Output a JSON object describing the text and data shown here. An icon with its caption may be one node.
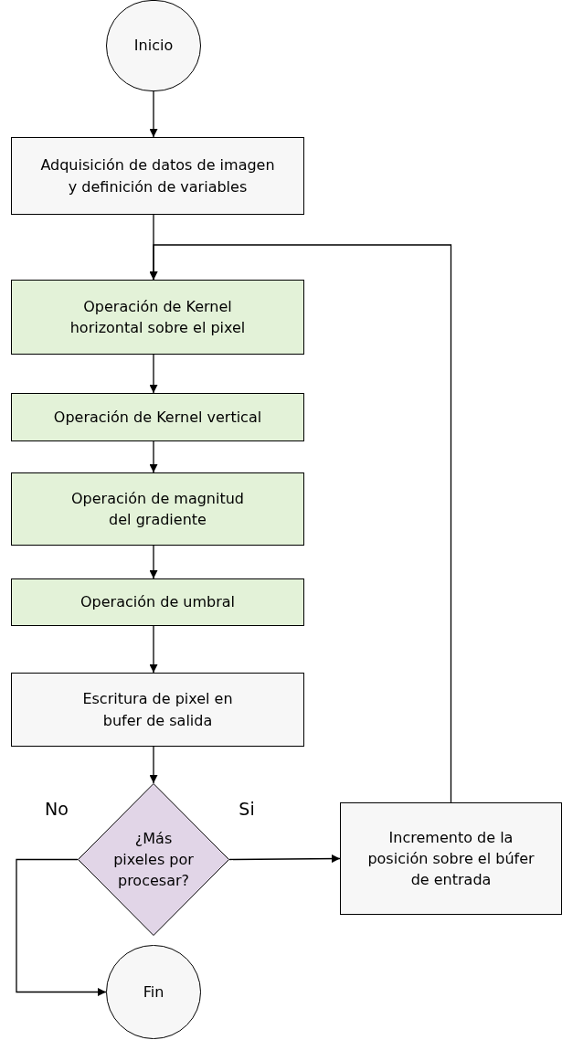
{
  "diagram": {
    "nodes": [
      {
        "text": [
          "Inicio"
        ]
      },
      {
        "text": [
          "Adquisición de datos de imagen y definición de variables"
        ]
      },
      {
        "text": [
          "Operación de Kernel horizontal sobre el pixel"
        ]
      },
      {
        "text": [
          "Operación de Kernel vertical"
        ]
      },
      {
        "text": [
          "Operación de magnitud del gradiente"
        ]
      },
      {
        "text": [
          "Operación de umbral"
        ]
      },
      {
        "text": [
          "Escritura de pixel en bufer de salida"
        ]
      },
      {
        "text": [
          "¿Más pixeles por procesar?"
        ]
      },
      {
        "text": [
          "Incremento de la posición sobre el búfer de entrada"
        ]
      },
      {
        "text": [
          "Fin"
        ]
      }
    ],
    "edges": [
      {
        "from": 0,
        "to": 1,
        "arrow": "to"
      },
      {
        "from": 1,
        "to": 2,
        "arrow": "to"
      },
      {
        "from": 2,
        "to": 3,
        "arrow": "to"
      },
      {
        "from": 3,
        "to": 4,
        "arrow": "to"
      },
      {
        "from": 4,
        "to": 5,
        "arrow": "to"
      },
      {
        "from": 5,
        "to": 6,
        "arrow": "to"
      },
      {
        "from": 6,
        "to": 7,
        "arrow": "to"
      },
      {
        "from": 7,
        "to": 8,
        "arrow": "to",
        "label": "Si"
      },
      {
        "from": 7,
        "to": 9,
        "arrow": "to",
        "label": "No"
      },
      {
        "from": 8,
        "to": 2,
        "arrow": "to"
      }
    ]
  }
}
